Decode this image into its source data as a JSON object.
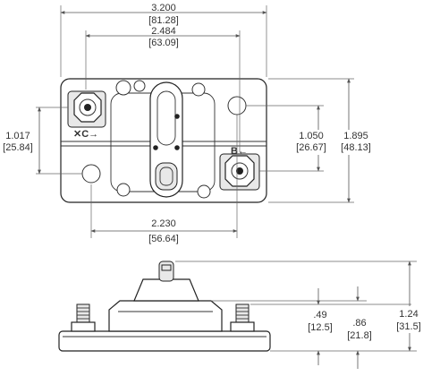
{
  "dimensions": {
    "overall_width": {
      "inch": "3.200",
      "mm": "[81.28]"
    },
    "stud_spacing_top": {
      "inch": "2.484",
      "mm": "[63.09]"
    },
    "left_height": {
      "inch": "1.017",
      "mm": "[25.84]"
    },
    "right_height": {
      "inch": "1.050",
      "mm": "[26.67]"
    },
    "overall_height": {
      "inch": "1.895",
      "mm": "[48.13]"
    },
    "mount_spacing": {
      "inch": "2.230",
      "mm": "[56.64]"
    },
    "side_h1": {
      "inch": ".49",
      "mm": "[12.5]"
    },
    "side_h2": {
      "inch": ".86",
      "mm": "[21.8]"
    },
    "side_h3": {
      "inch": "1.24",
      "mm": "[31.5]"
    }
  },
  "terminal_labels": {
    "left": "✕C→",
    "right": "B←"
  }
}
